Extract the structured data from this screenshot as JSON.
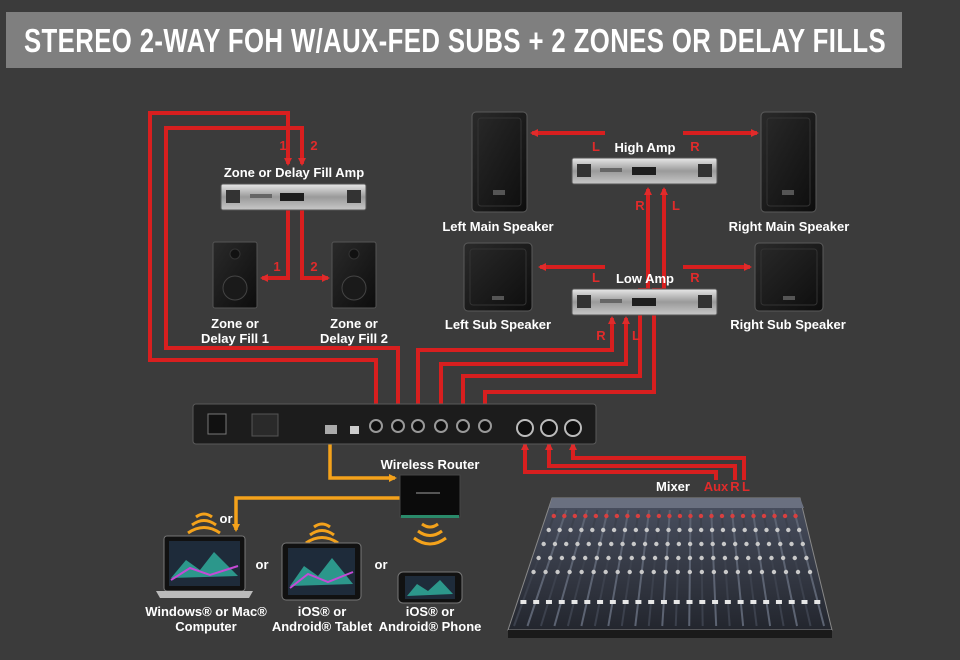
{
  "title": "STEREO 2-WAY FOH W/AUX-FED SUBS + 2 ZONES OR DELAY FILLS",
  "colors": {
    "background": "#3b3b3b",
    "title_bar": "#7f7f7f",
    "signal_red": "#d81f1f",
    "network_orange": "#f4a21b"
  },
  "labels": {
    "zone_amp": "Zone or Delay Fill Amp",
    "zone_fill_1_line1": "Zone or",
    "zone_fill_1_line2": "Delay Fill 1",
    "zone_fill_2_line1": "Zone or",
    "zone_fill_2_line2": "Delay Fill 2",
    "high_amp": "High Amp",
    "low_amp": "Low Amp",
    "left_main": "Left Main Speaker",
    "right_main": "Right Main Speaker",
    "left_sub": "Left Sub Speaker",
    "right_sub": "Right Sub Speaker",
    "wireless_router": "Wireless Router",
    "mixer": "Mixer",
    "mixer_aux": "Aux",
    "mixer_r": "R",
    "mixer_l": "L",
    "or": "or",
    "computer_line1": "Windows® or Mac®",
    "computer_line2": "Computer",
    "tablet_line1": "iOS® or",
    "tablet_line2": "Android® Tablet",
    "phone_line1": "iOS® or",
    "phone_line2": "Android® Phone"
  },
  "channel_tags": {
    "zone_in_1": "1",
    "zone_in_2": "2",
    "zone_out_1": "1",
    "zone_out_2": "2",
    "high_left": "L",
    "high_right": "R",
    "high_in_r": "R",
    "high_in_l": "L",
    "low_left": "L",
    "low_right": "R",
    "low_in_r": "R",
    "low_in_l": "L"
  }
}
